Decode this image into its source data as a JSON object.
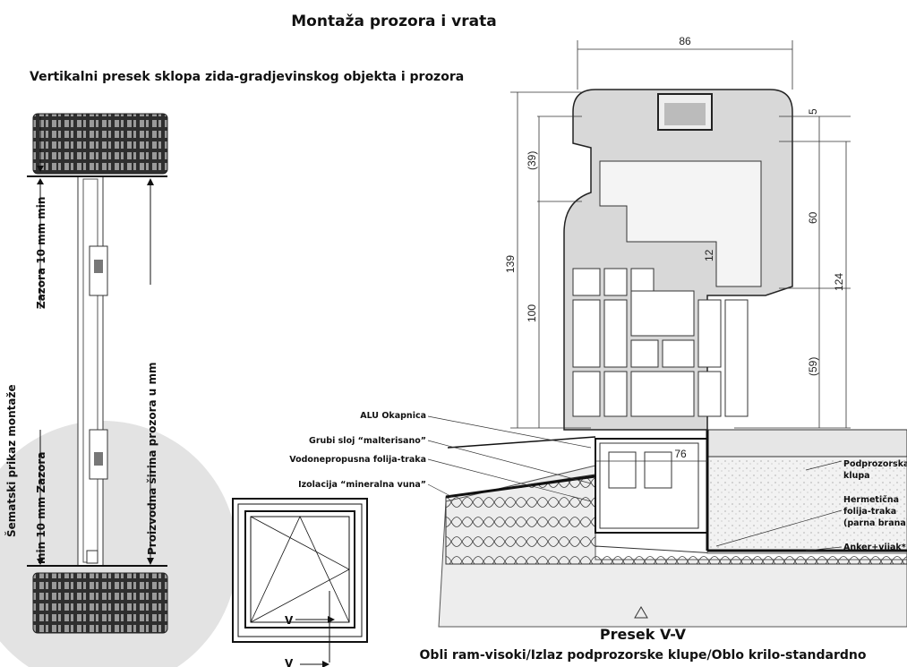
{
  "title": "Montaža prozora i vrata",
  "subtitle": "Vertikalni presek sklopa zida-gradjevinskog objekta i prozora",
  "left": {
    "side_label": "Šematski prikaz montaže",
    "gap_top": "Zazora  10 mm min",
    "gap_bottom": "min 10 mm  Zazora",
    "width_label": "Proizvodna širina prozora u mm"
  },
  "elevation": {
    "section_mark_top": "V",
    "section_mark_bottom": "V"
  },
  "section": {
    "dimensions": {
      "d86": "86",
      "d5": "5",
      "d39": "(39)",
      "d139": "139",
      "d100": "100",
      "d12": "12",
      "d60": "60",
      "d124": "124",
      "d59": "(59)",
      "d76": "76"
    },
    "labels_left": [
      "ALU Okapnica",
      "Grubi sloj “malterisano”",
      "Vodonepropusna folija-traka",
      "Izolacija “mineralna vuna”"
    ],
    "labels_right": {
      "sill_1": "Podprozorska",
      "sill_2": "klupa",
      "seal_1": "Hermetična",
      "seal_2": "folija-traka",
      "seal_3": "(parna brana)",
      "anchor": "Anker+vijak*"
    },
    "caption_title": "Presek V-V",
    "caption_sub": "Obli ram-visoki/Izlaz podprozorske klupe/Oblo krilo-standardno"
  }
}
